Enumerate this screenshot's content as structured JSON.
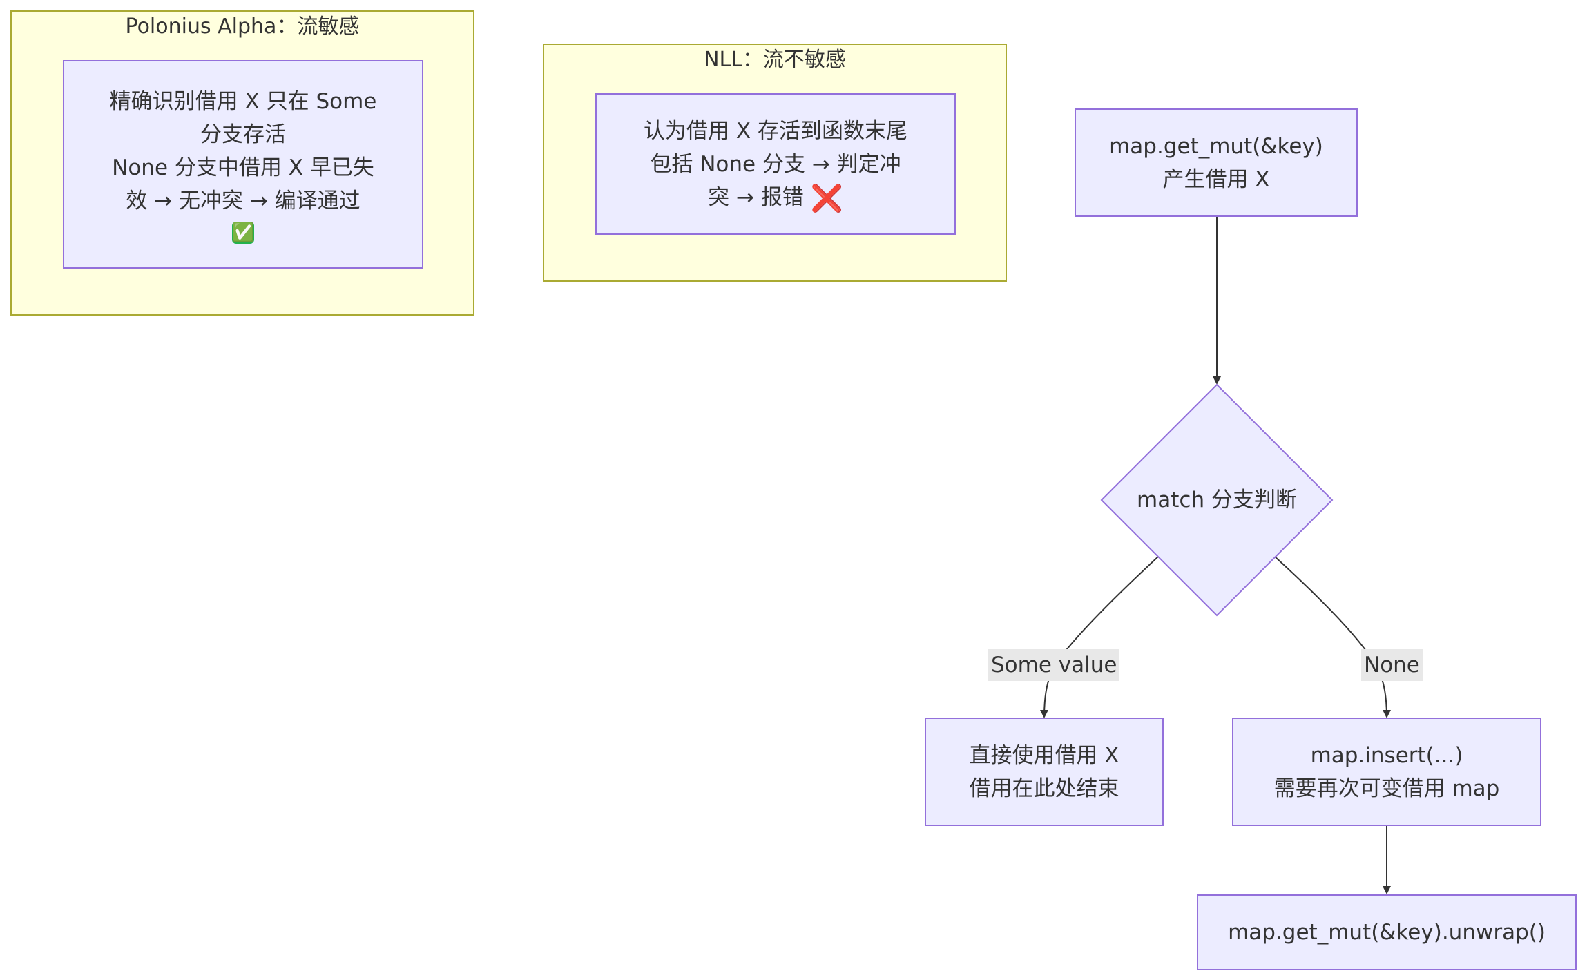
{
  "polonius": {
    "title": "Polonius Alpha：流敏感",
    "line1": "精确识别借用 X 只在 Some",
    "line2": "分支存活",
    "line3": "None 分支中借用 X 早已失",
    "line4": "效 → 无冲突 → 编译通过",
    "check": "✅"
  },
  "nll": {
    "title": "NLL：流不敏感",
    "line1": "认为借用 X 存活到函数末尾",
    "line2": "包括 None 分支 → 判定冲",
    "line3": "突 → 报错",
    "cross": "❌"
  },
  "flow": {
    "get_mut": {
      "line1": "map.get_mut(&key)",
      "line2": "产生借用 X"
    },
    "decision": {
      "label": "match 分支判断"
    },
    "some_edge": "Some value",
    "none_edge": "None",
    "use_borrow": {
      "line1": "直接使用借用 X",
      "line2": "借用在此处结束"
    },
    "insert": {
      "line1": "map.insert(...)",
      "line2": "需要再次可变借用 map"
    },
    "unwrap": {
      "line1": "map.get_mut(&key).unwrap()"
    }
  },
  "colors": {
    "cluster_fill": "#ffffde",
    "cluster_border": "#aaaa33",
    "node_fill": "#ececff",
    "node_border": "#9370db",
    "edge": "#333333",
    "edge_label_bg": "#e8e8e8"
  }
}
